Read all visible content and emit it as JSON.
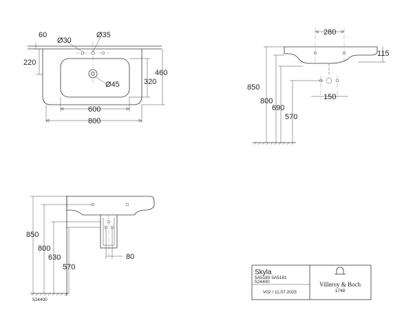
{
  "top_view": {
    "dims": {
      "d60": "60",
      "d30": "Ø30",
      "d35": "Ø35",
      "d220": "220",
      "d460": "460",
      "d320": "320",
      "d45": "Ø45",
      "d600": "600",
      "d800": "800"
    }
  },
  "side_view": {
    "dims": {
      "d280": "280",
      "d115": "115",
      "d850": "850",
      "d800": "800",
      "d690": "690",
      "d150": "150",
      "d570": "570"
    }
  },
  "front_view": {
    "dims": {
      "d850": "850",
      "d800": "800",
      "d630": "630",
      "d570": "570",
      "d80": "80"
    },
    "ref": "524400"
  },
  "title_block": {
    "product": "Skyla",
    "codes": "5A5180   5A5181",
    "code2": "524400",
    "version": "V02 / 11.07.2025",
    "brand": "Villeroy & Boch",
    "year": "1748"
  }
}
